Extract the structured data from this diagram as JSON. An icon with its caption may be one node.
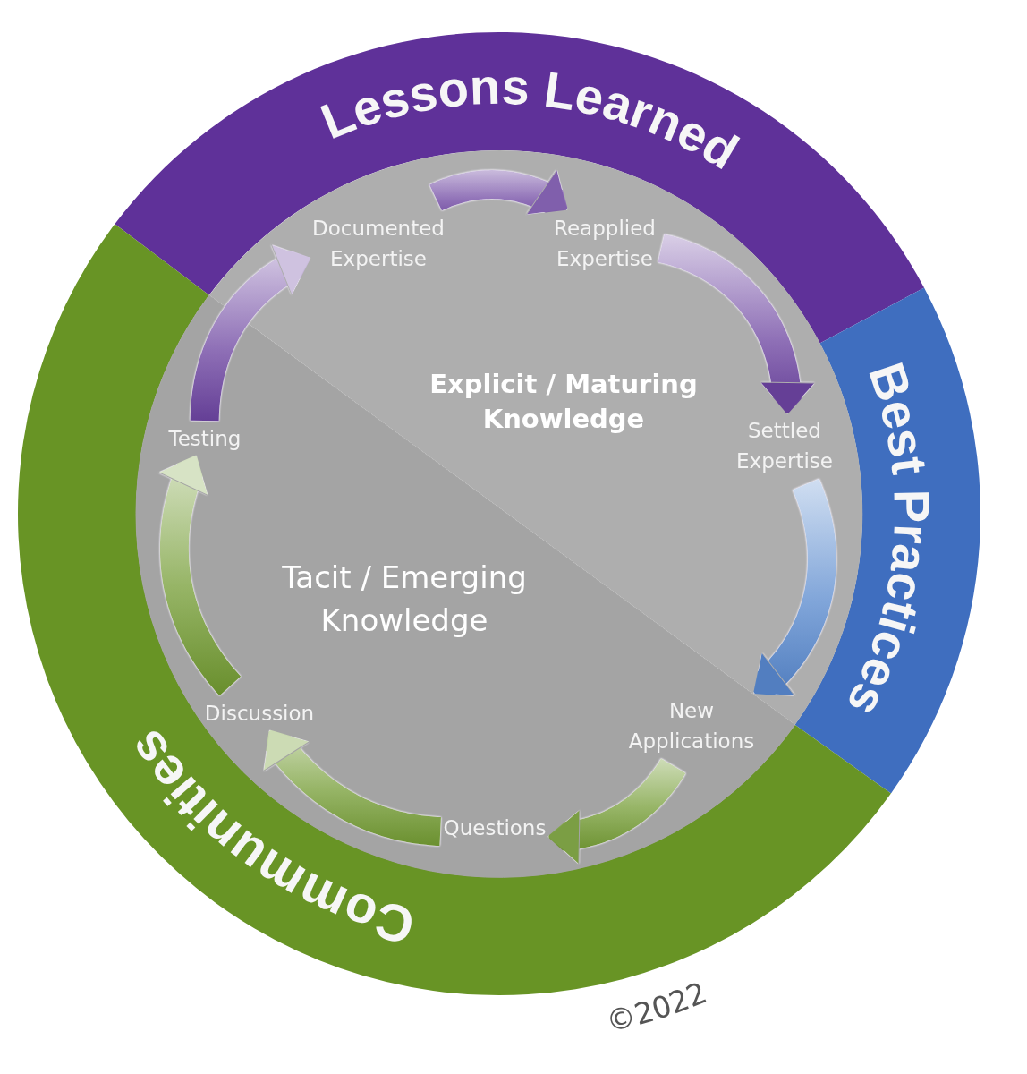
{
  "diagram": {
    "nodes": [
      {
        "text": [
          "Lessons Learned"
        ]
      },
      {
        "text": [
          "Best Practices"
        ]
      },
      {
        "text": [
          "Communities"
        ]
      },
      {
        "text": [
          "Explicit / Maturing Knowledge"
        ]
      },
      {
        "text": [
          "Documented Expertise"
        ],
        "in": 3
      },
      {
        "text": [
          "Reapplied Expertise"
        ],
        "in": 3
      },
      {
        "text": [
          "Settled Expertise"
        ],
        "in": 3
      },
      {
        "text": [
          "Tacit / Emerging Knowledge"
        ]
      },
      {
        "text": [
          "Testing"
        ],
        "in": 7
      },
      {
        "text": [
          "Discussion"
        ],
        "in": 7
      },
      {
        "text": [
          "Questions"
        ],
        "in": 7
      },
      {
        "text": [
          "New Applications"
        ],
        "in": 7
      }
    ],
    "edges": [
      {
        "from": 8,
        "to": 4,
        "arrow": "to",
        "color": "#5d3197"
      },
      {
        "from": 4,
        "to": 5,
        "arrow": "to",
        "color": "#5d3197"
      },
      {
        "from": 5,
        "to": 6,
        "arrow": "to",
        "color": "#5d3197"
      },
      {
        "from": 6,
        "to": 11,
        "arrow": "to",
        "color": "#4a7ec9"
      },
      {
        "from": 11,
        "to": 10,
        "arrow": "to",
        "color": "#6a9526"
      },
      {
        "from": 10,
        "to": 9,
        "arrow": "to",
        "color": "#6a9526"
      },
      {
        "from": 9,
        "to": 8,
        "arrow": "to",
        "color": "#6a9526"
      }
    ],
    "labels": [
      "©2022"
    ]
  }
}
